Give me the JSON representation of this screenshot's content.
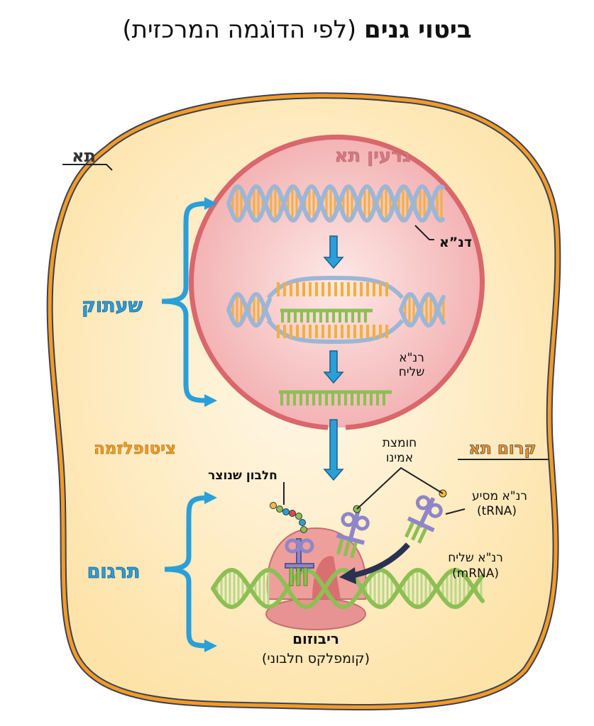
{
  "title": {
    "main": "ביטוי גנים",
    "sub": "(לפי הדוֹגמה המרכזית)"
  },
  "labels": {
    "cell": "תא",
    "nucleus": "גרעין תא",
    "dna": "דנ”א",
    "mrna_nucleus_line1": "רנ\"א",
    "mrna_nucleus_line2": "שליח",
    "transcription": "שעתוק",
    "cytoplasm": "ציטופלזמה",
    "membrane": "קרום תא",
    "amino_acid_line1": "חומצת",
    "amino_acid_line2": "אמינו",
    "protein": "חלבון שנוצר",
    "trna_line1": "רנ\"א מסיע",
    "trna_line2": "(tRNA)",
    "mrna_line1": "רנ\"א שליח",
    "mrna_line2": "(mRNA)",
    "translation": "תרגום",
    "ribosome": "ריבוזום",
    "ribosome_sub": "(קומפלקס חלבוני)"
  },
  "colors": {
    "cell_fill": "#fde7b4",
    "cell_border": "#f39c21",
    "nucleus_fill": "#f6c3c3",
    "nucleus_border": "#d9676b",
    "brace": "#2a9fd8",
    "dna_backbone": "#9db6d6",
    "dna_rung": "#f0b13c",
    "rna": "#8dbf54",
    "trna": "#8e86c8",
    "ribosome": "#e99595",
    "arrow_dark": "#2b3150"
  }
}
